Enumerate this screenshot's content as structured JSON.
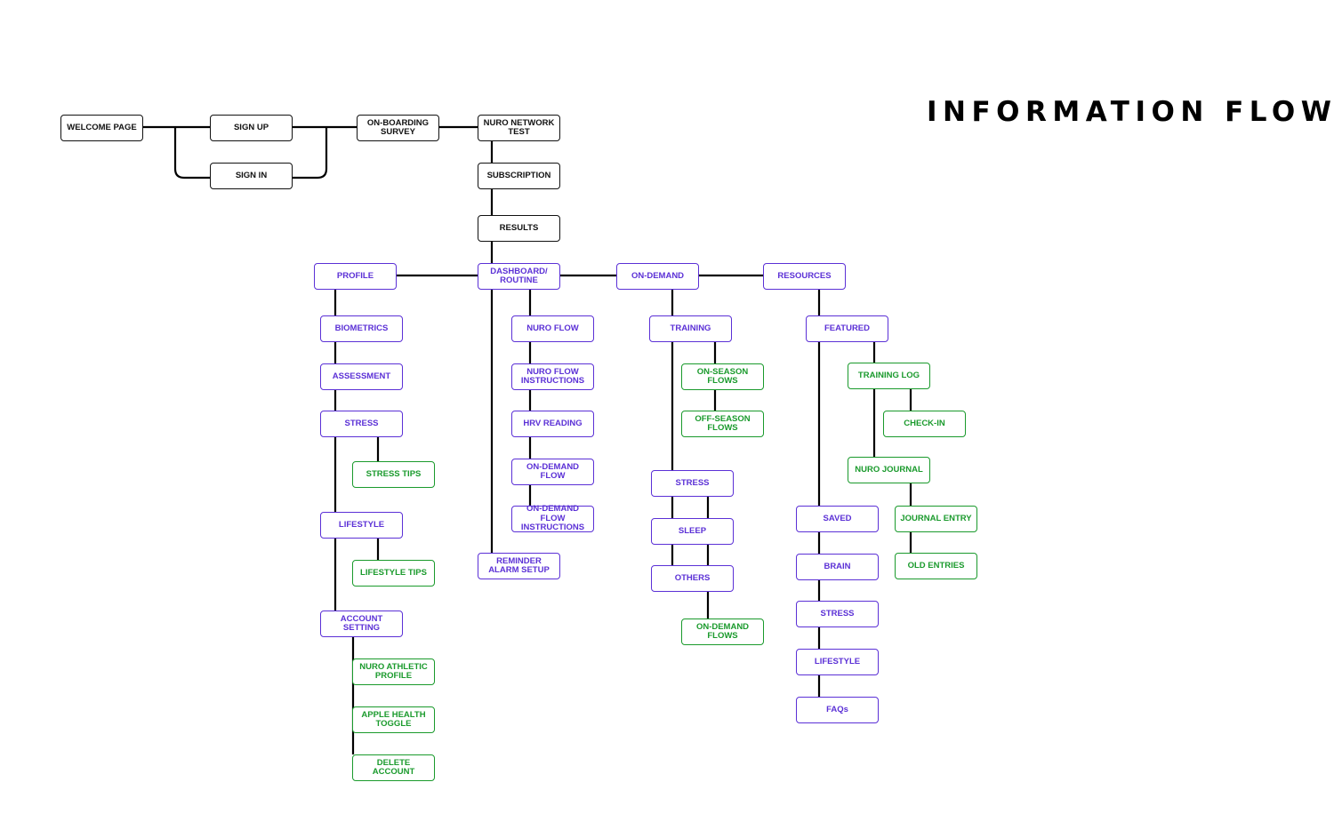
{
  "title": "INFORMATION FLOW",
  "colors": {
    "primary": "#111111",
    "main_section": "#5b30d6",
    "sub_feature": "#1a9a2c",
    "connector": "#000000"
  },
  "nodes": {
    "welcome": "WELCOME PAGE",
    "sign_up": "SIGN UP",
    "sign_in": "SIGN IN",
    "onboarding": "ON-BOARDING SURVEY",
    "nuro_test": "NURO NETWORK TEST",
    "subscription": "SUBSCRIPTION",
    "results": "RESULTS",
    "profile": "PROFILE",
    "dashboard": "DASHBOARD/ ROUTINE",
    "on_demand": "ON-DEMAND",
    "resources": "RESOURCES",
    "biometrics": "BIOMETRICS",
    "assessment": "ASSESSMENT",
    "profile_stress": "STRESS",
    "stress_tips": "STRESS TIPS",
    "lifestyle": "LIFESTYLE",
    "lifestyle_tips": "LIFESTYLE TIPS",
    "account_setting": "ACCOUNT SETTING",
    "athletic_profile": "NURO ATHLETIC PROFILE",
    "apple_health": "APPLE HEALTH TOGGLE",
    "delete_account": "DELETE ACCOUNT",
    "nuro_flow": "NURO FLOW",
    "nuro_flow_instructions": "NURO FLOW INSTRUCTIONS",
    "hrv_reading": "HRV READING",
    "on_demand_flow": "ON-DEMAND FLOW",
    "on_demand_flow_instructions": "ON-DEMAND FLOW INSTRUCTIONS",
    "reminder": "REMINDER ALARM SETUP",
    "training": "TRAINING",
    "on_season": "ON-SEASON FLOWS",
    "off_season": "OFF-SEASON FLOWS",
    "od_stress": "STRESS",
    "sleep": "SLEEP",
    "others": "OTHERS",
    "on_demand_flows": "ON-DEMAND FLOWS",
    "featured": "FEATURED",
    "training_log": "TRAINING LOG",
    "check_in": "CHECK-IN",
    "nuro_journal": "NURO JOURNAL",
    "journal_entry": "JOURNAL ENTRY",
    "old_entries": "OLD ENTRIES",
    "saved": "SAVED",
    "brain": "BRAIN",
    "res_stress": "STRESS",
    "res_lifestyle": "LIFESTYLE",
    "faqs": "FAQs"
  }
}
